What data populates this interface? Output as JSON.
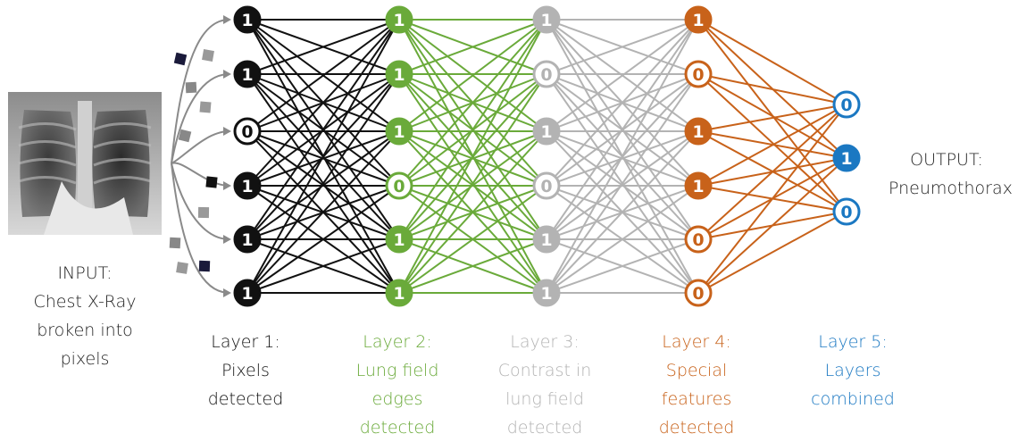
{
  "input": {
    "lines": [
      "INPUT:",
      "Chest X-Ray",
      "broken into",
      "pixels"
    ]
  },
  "output": {
    "lines": [
      "OUTPUT:",
      "Pneumothorax"
    ]
  },
  "layers": [
    {
      "lines": [
        "Layer 1:",
        "Pixels",
        "detected"
      ],
      "color": "#111111",
      "nodes": [
        "1",
        "1",
        "0",
        "1",
        "1",
        "1"
      ],
      "filled": [
        true,
        true,
        false,
        true,
        true,
        true
      ]
    },
    {
      "lines": [
        "Layer 2:",
        "Lung field",
        "edges",
        "detected"
      ],
      "color": "#6aaa3a",
      "nodes": [
        "1",
        "1",
        "1",
        "0",
        "1",
        "1"
      ],
      "filled": [
        true,
        true,
        true,
        false,
        true,
        true
      ]
    },
    {
      "lines": [
        "Layer 3:",
        "Contrast in",
        "lung field",
        "detected"
      ],
      "color": "#b3b3b3",
      "nodes": [
        "1",
        "0",
        "1",
        "0",
        "1",
        "1"
      ],
      "filled": [
        true,
        false,
        true,
        false,
        true,
        true
      ]
    },
    {
      "lines": [
        "Layer 4:",
        "Special",
        "features",
        "detected"
      ],
      "color": "#c8621a",
      "nodes": [
        "1",
        "0",
        "1",
        "1",
        "0",
        "0"
      ],
      "filled": [
        true,
        false,
        true,
        true,
        false,
        false
      ]
    },
    {
      "lines": [
        "Layer 5:",
        "Layers",
        "combined"
      ],
      "color": "#1b78c2",
      "nodes": [
        "0",
        "1",
        "0"
      ],
      "filled": [
        false,
        true,
        false
      ]
    }
  ]
}
